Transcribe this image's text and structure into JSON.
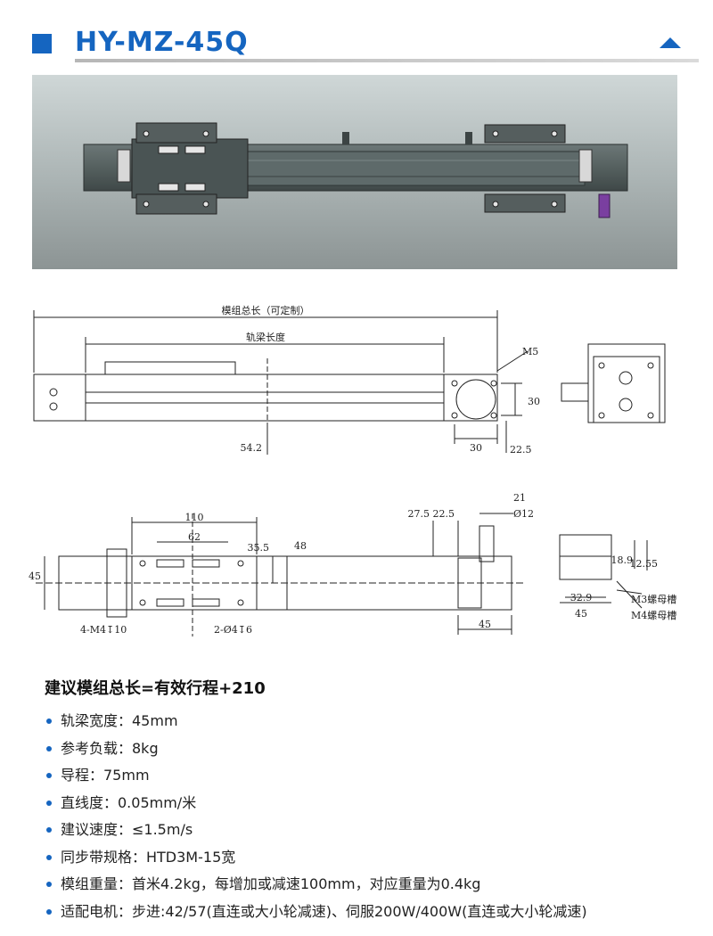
{
  "header": {
    "title": "HY-MZ-45Q"
  },
  "front_view": {
    "total_length_label": "模组总长（可定制）",
    "rail_length_label": "轨梁长度",
    "motor_screw": "M5",
    "dim_30_h": "30",
    "dim_30_v": "30",
    "dim_22_5": "22.5",
    "dim_54_2": "54.2"
  },
  "top_view": {
    "dim_110": "110",
    "dim_62": "62",
    "dim_45_left": "45",
    "dim_35_5": "35.5",
    "dim_48": "48",
    "dim_27_5": "27.5",
    "dim_22_5": "22.5",
    "dim_21": "21",
    "dim_phi12": "Ø12",
    "dim_45_bottom": "45",
    "hole_note_left": "4-M4↧10",
    "hole_note_right": "2-Ø4↧6"
  },
  "section_view": {
    "dim_18_9": "18.9",
    "dim_12_55": "12.55",
    "dim_32_9": "32.9",
    "dim_45": "45",
    "m3_slot": "M3螺母槽",
    "m4_slot": "M4螺母槽"
  },
  "recommend": "建议模组总长=有效行程+210",
  "specs": [
    "轨梁宽度：45mm",
    "参考负载：8kg",
    "导程：75mm",
    "直线度：0.05mm/米",
    "建议速度：≤1.5m/s",
    "同步带规格：HTD3M-15宽",
    "模组重量：首米4.2kg，每增加或减速100mm，对应重量为0.4kg",
    "适配电机：步进:42/57(直连或大小轮减速)、伺服200W/400W(直连或大小轮减速)"
  ]
}
